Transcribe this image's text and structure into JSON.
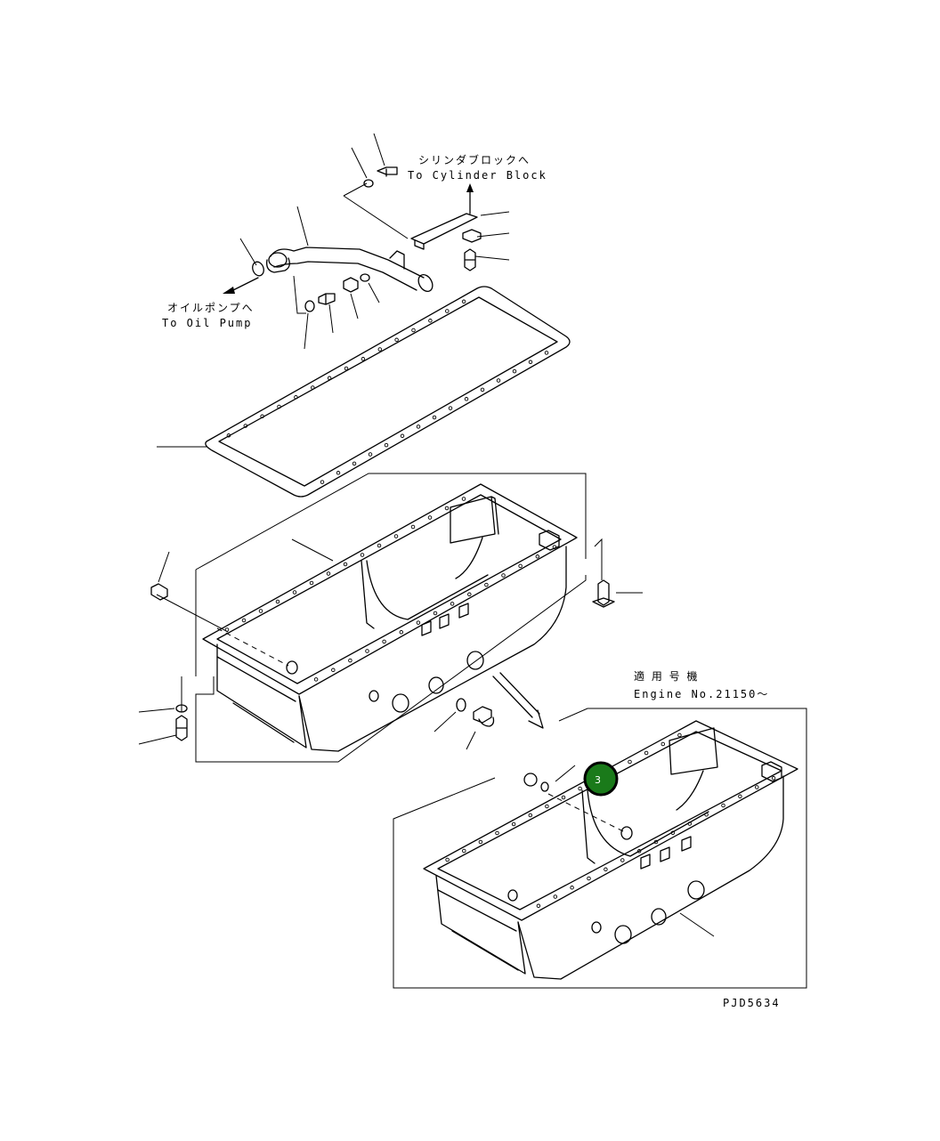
{
  "labels": {
    "to_cylinder_block_jp": "シリンダブロックへ",
    "to_cylinder_block_en": "To Cylinder Block",
    "to_oil_pump_jp": "オイルポンプへ",
    "to_oil_pump_en": "To Oil Pump",
    "applicable_serial_jp": "適 用 号 機",
    "engine_no": "Engine No.21150～",
    "drawing_code": "PJD5634"
  },
  "callout": {
    "number": "3",
    "fill_color": "#1a7a1a",
    "ring_color": "#000000"
  }
}
